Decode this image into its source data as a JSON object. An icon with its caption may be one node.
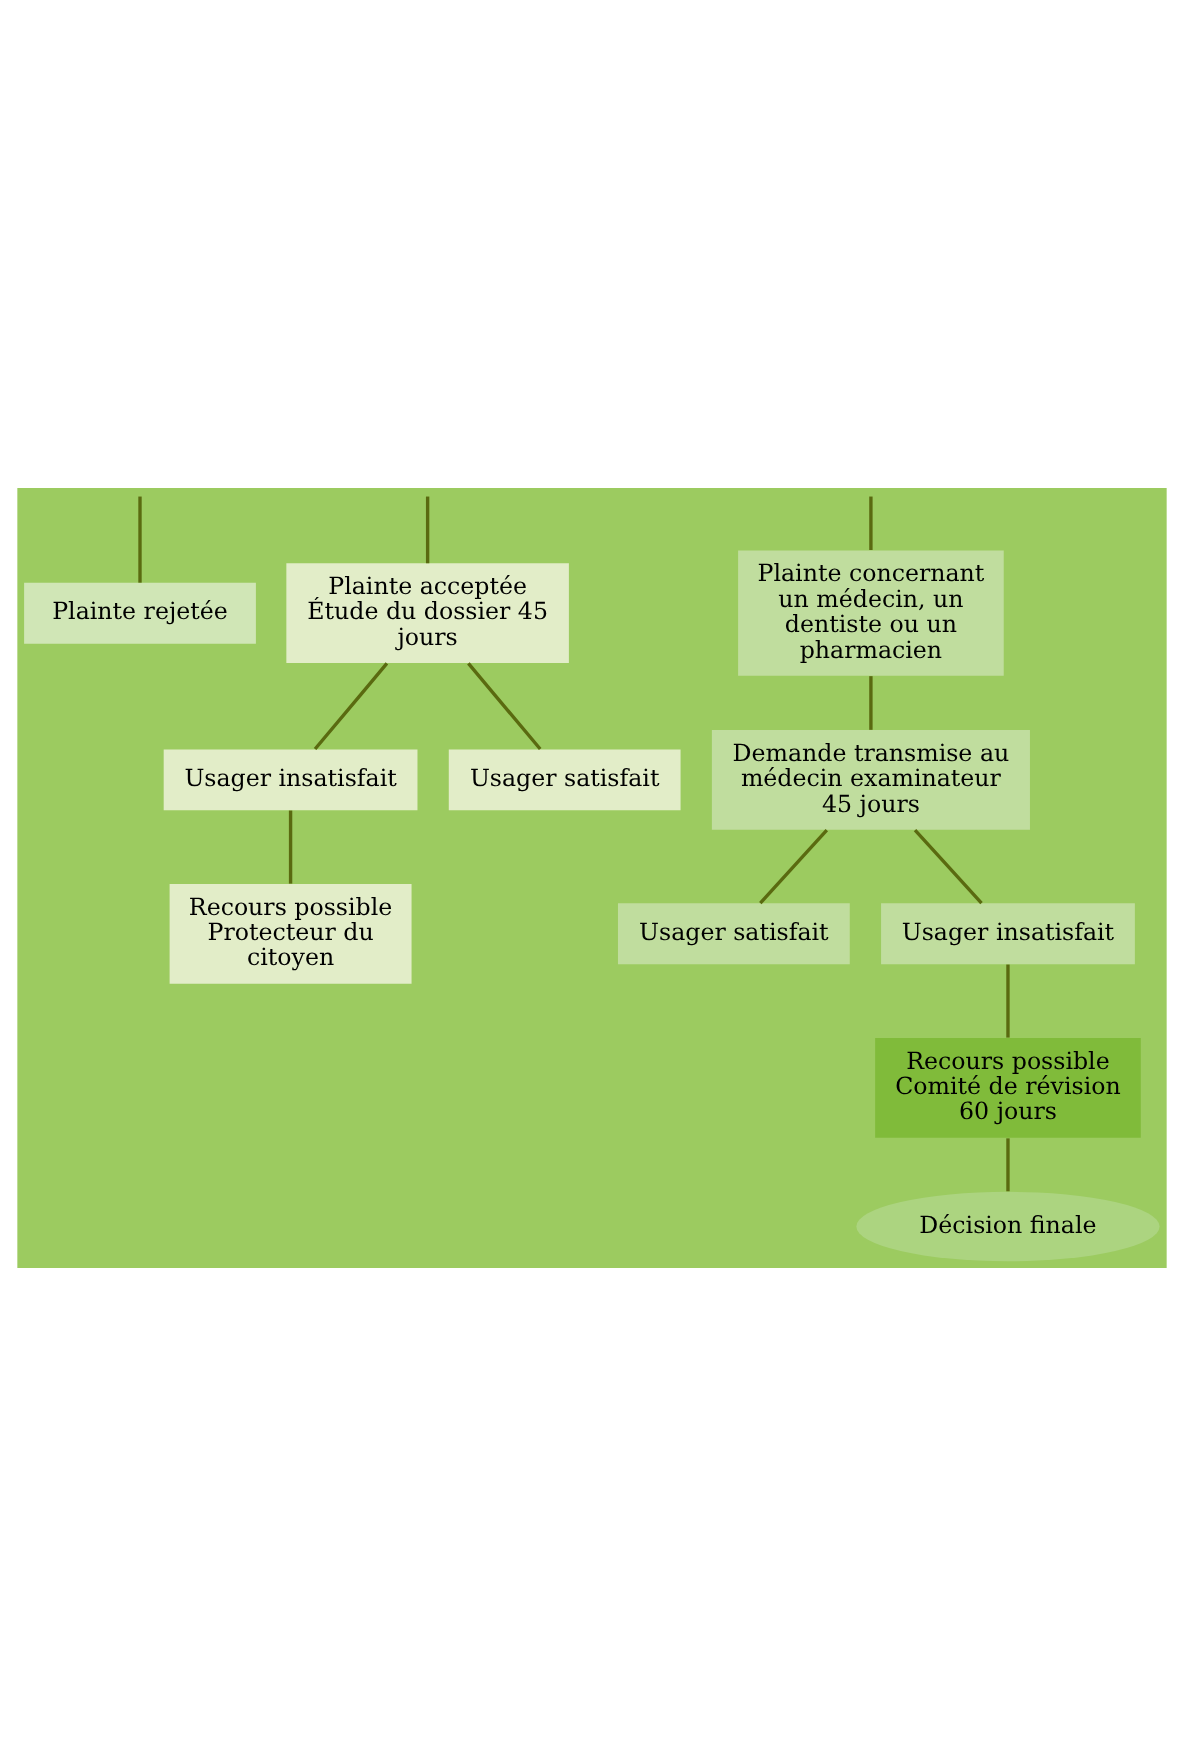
{
  "diagram": {
    "nodes": [
      {
        "text": [
          "Plainte rejetée"
        ]
      },
      {
        "text": [
          "Plainte acceptée Étude du dossier 45 jours"
        ]
      },
      {
        "text": [
          "Plainte concernant un médecin, un dentiste ou un pharmacien"
        ]
      },
      {
        "text": [
          "Usager insatisfait"
        ]
      },
      {
        "text": [
          "Usager satisfait"
        ]
      },
      {
        "text": [
          "Demande transmise au médecin examinateur 45 jours"
        ]
      },
      {
        "text": [
          "Recours possible Protecteur du citoyen"
        ]
      },
      {
        "text": [
          "Usager satisfait"
        ]
      },
      {
        "text": [
          "Usager insatisfait"
        ]
      },
      {
        "text": [
          "Recours possible Comité de révision 60 jours"
        ]
      },
      {
        "text": [
          "Décision finale"
        ]
      }
    ],
    "edges": [
      {
        "from": null,
        "to": 0,
        "arrow": "none"
      },
      {
        "from": null,
        "to": 1,
        "arrow": "none"
      },
      {
        "from": null,
        "to": 2,
        "arrow": "none"
      },
      {
        "from": 1,
        "to": 3,
        "arrow": "none"
      },
      {
        "from": 1,
        "to": 4,
        "arrow": "none"
      },
      {
        "from": 2,
        "to": 5,
        "arrow": "none"
      },
      {
        "from": 3,
        "to": 6,
        "arrow": "none"
      },
      {
        "from": 5,
        "to": 7,
        "arrow": "none"
      },
      {
        "from": 5,
        "to": 8,
        "arrow": "none"
      },
      {
        "from": 8,
        "to": 9,
        "arrow": "none"
      },
      {
        "from": 9,
        "to": 10,
        "arrow": "none"
      }
    ]
  }
}
